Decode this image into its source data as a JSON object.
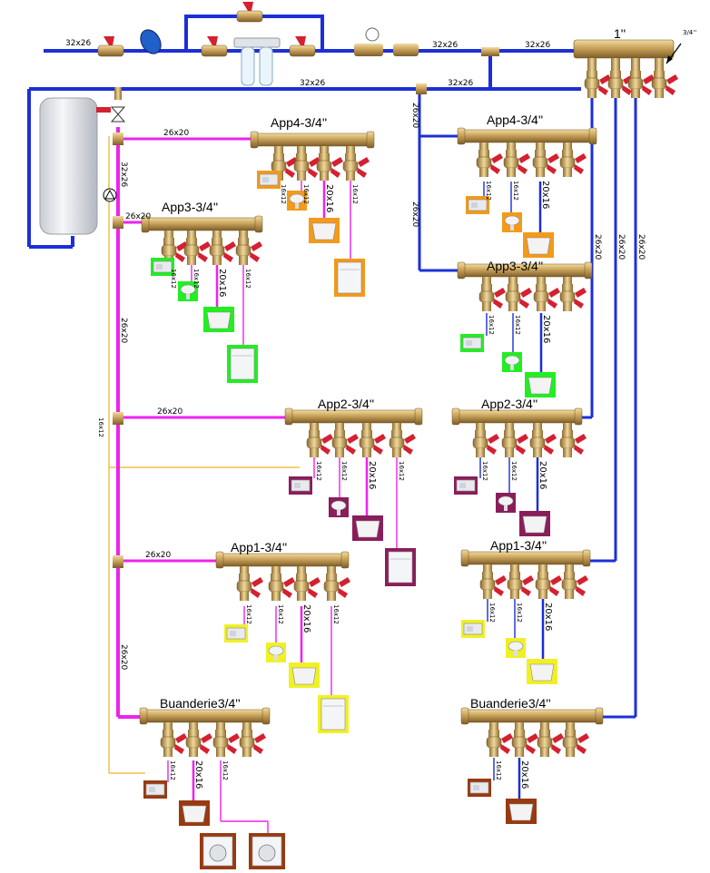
{
  "colors": {
    "cold_pipe": "#1c2fd8",
    "hot_pipe": "#ee22ee",
    "return_pipe": "#f0c24a",
    "brass": "#c5a05a",
    "brass_dark": "#8a6a30",
    "valve_handle": "#d42030",
    "bg_green": "#22ee22",
    "bg_orange": "#f39a1a",
    "bg_yellow": "#f0f028",
    "bg_plum": "#8a1e5a",
    "bg_brown": "#983a10",
    "heater": "#e6e8ec"
  },
  "labels": {
    "main_top_1": "32x26",
    "main_top_2": "32x26",
    "main_top_3": "32x26",
    "main_second_1": "32x26",
    "main_second_2": "32x26",
    "collector_1in": "1''",
    "collector_34": "3/4''",
    "hot_riser_top": "32x26",
    "hot_riser_mid": "26x20",
    "hot_riser_low": "26x20",
    "return_line": "16x12",
    "cold_drop_1": "26x20",
    "cold_drop_2": "26x20",
    "cold_drop_3": "26x20",
    "cold_inner": "26x20",
    "cold_inner2": "26x20",
    "hot_branch_app4": "26x20",
    "hot_branch_app3": "26x20",
    "hot_branch_app2": "26x20",
    "hot_branch_app1": "26x20"
  },
  "manifolds": [
    {
      "id": "hot-app4",
      "title": "App4-3/4''",
      "outlets": [
        "16x12",
        "16x12",
        "20x16",
        "16x12"
      ]
    },
    {
      "id": "hot-app3",
      "title": "App3-3/4''",
      "outlets": [
        "16x12",
        "16x12",
        "20x16",
        "16x12"
      ]
    },
    {
      "id": "hot-app2",
      "title": "App2-3/4''",
      "outlets": [
        "16x12",
        "16x12",
        "20x16",
        "16x12"
      ]
    },
    {
      "id": "hot-app1",
      "title": "App1-3/4''",
      "outlets": [
        "16x12",
        "16x12",
        "20x16",
        "16x12"
      ]
    },
    {
      "id": "hot-buanderie",
      "title": "Buanderie3/4''",
      "outlets": [
        "16x12",
        "20x16",
        "16x12"
      ]
    },
    {
      "id": "cold-app4",
      "title": "App4-3/4''",
      "outlets": [
        "16x12",
        "16x12",
        "20x16"
      ]
    },
    {
      "id": "cold-app3",
      "title": "App3-3/4''",
      "outlets": [
        "16x12",
        "16x12",
        "20x16"
      ]
    },
    {
      "id": "cold-app2",
      "title": "App2-3/4''",
      "outlets": [
        "16x12",
        "16x12",
        "20x16"
      ]
    },
    {
      "id": "cold-app1",
      "title": "App1-3/4''",
      "outlets": [
        "16x12",
        "16x12",
        "20x16"
      ]
    },
    {
      "id": "cold-buanderie",
      "title": "Buanderie3/4''",
      "outlets": [
        "16x12",
        "20x16"
      ]
    }
  ]
}
